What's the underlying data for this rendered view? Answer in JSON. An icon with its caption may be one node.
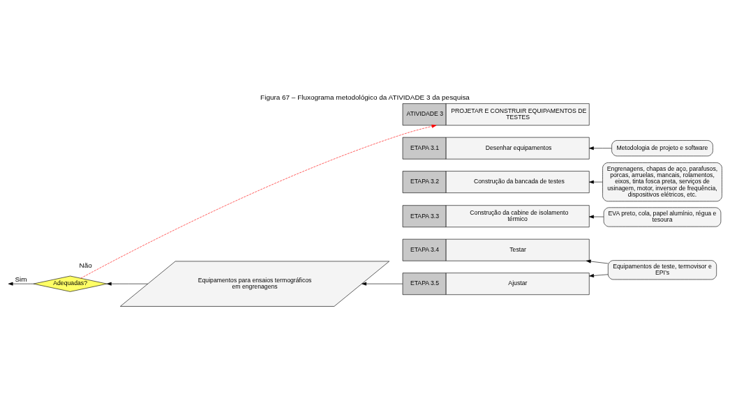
{
  "diagram": {
    "title": "Figura 67 – Fluxograma metodológico da ATIVIDADE 3 da pesquisa",
    "nodes": [
      {
        "text": [
          "ATIVIDADE 3",
          "PROJETAR E CONSTRUIR EQUIPAMENTOS DE TESTES"
        ]
      },
      {
        "text": [
          "ETAPA 3.1",
          "Desenhar equipamentos"
        ]
      },
      {
        "text": [
          "ETAPA 3.2",
          "Construção da bancada de testes"
        ]
      },
      {
        "text": [
          "ETAPA 3.3",
          "Construção da cabine de isolamento térmico"
        ]
      },
      {
        "text": [
          "ETAPA 3.4",
          "Testar"
        ]
      },
      {
        "text": [
          "ETAPA 3.5",
          "Ajustar"
        ]
      },
      {
        "text": [
          "Metodologia de projeto e software"
        ]
      },
      {
        "text": [
          "Engrenagens, chapas de aço, parafusos, porcas, arruelas, mancais, rolamentos, eixos, tinta fosca preta, serviços de usinagem, motor, inversor de frequência, dispositivos elétricos, etc."
        ]
      },
      {
        "text": [
          "EVA preto, cola, papel alumínio, régua e tesoura"
        ]
      },
      {
        "text": [
          "Equipamentos de teste, termovisor e EPI’s"
        ]
      },
      {
        "text": [
          "Equipamentos para ensaios termográficos em engrenagens"
        ]
      },
      {
        "text": [
          "Adequadas?"
        ]
      }
    ],
    "edges": [
      {
        "from": 6,
        "to": 1,
        "arrow": "to"
      },
      {
        "from": 7,
        "to": 2,
        "arrow": "to"
      },
      {
        "from": 8,
        "to": 3,
        "arrow": "to"
      },
      {
        "from": 9,
        "to": 4,
        "arrow": "to"
      },
      {
        "from": 9,
        "to": 5,
        "arrow": "to"
      },
      {
        "from": 5,
        "to": 10,
        "arrow": "to"
      },
      {
        "from": 10,
        "to": 11,
        "arrow": "to"
      },
      {
        "from": 11,
        "to": 0,
        "arrow": "to",
        "label": "Não",
        "style": "dashed",
        "color": "#ff0000"
      },
      {
        "from": 11,
        "to": null,
        "arrow": "to",
        "label": "Sim"
      }
    ]
  }
}
